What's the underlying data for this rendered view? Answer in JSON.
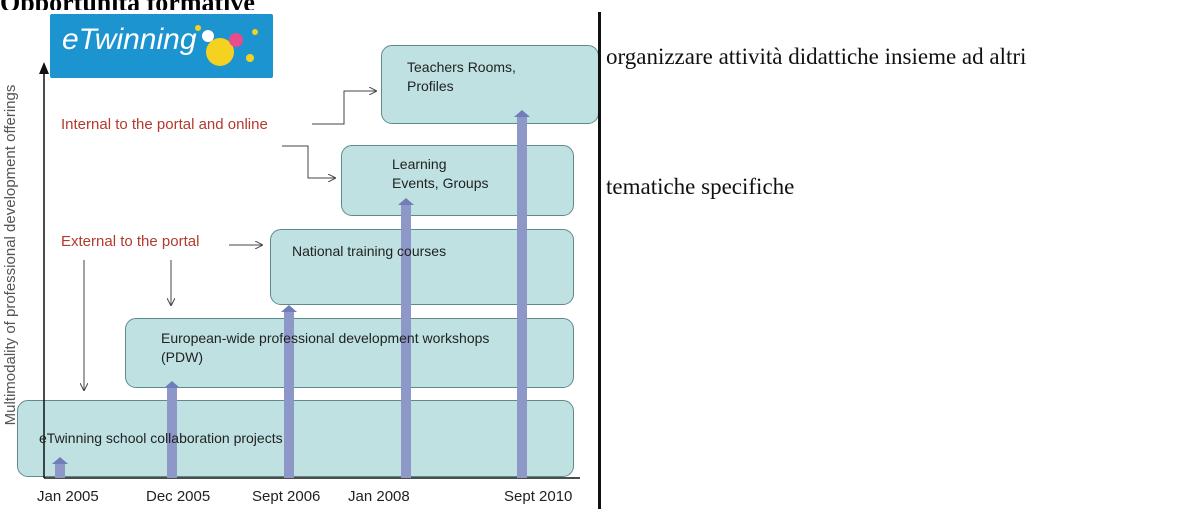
{
  "page": {
    "title": "Opportunità formative"
  },
  "logo": {
    "text": "eTwinning"
  },
  "diagram": {
    "y_axis_label": "Multimodality of professional development offerings",
    "internal_label": "Internal to the portal and online",
    "external_label": "External to the portal",
    "boxes": [
      "Teachers Rooms,\nProfiles",
      "Learning\nEvents, Groups",
      "National training courses",
      "European-wide professional development  workshops\n(PDW)",
      "eTwinning school collaboration projects"
    ],
    "timeline": [
      "Jan 2005",
      "Dec 2005",
      "Sept 2006",
      "Jan 2008",
      "Sept 2010"
    ],
    "colors": {
      "box_fill": "#bfe1e2",
      "arrow_fill": "#8e98c8",
      "label_red": "#b23a2e"
    }
  },
  "side_text": {
    "line1": "organizzare attività didattiche insieme ad altri",
    "line2": "tematiche specifiche"
  }
}
